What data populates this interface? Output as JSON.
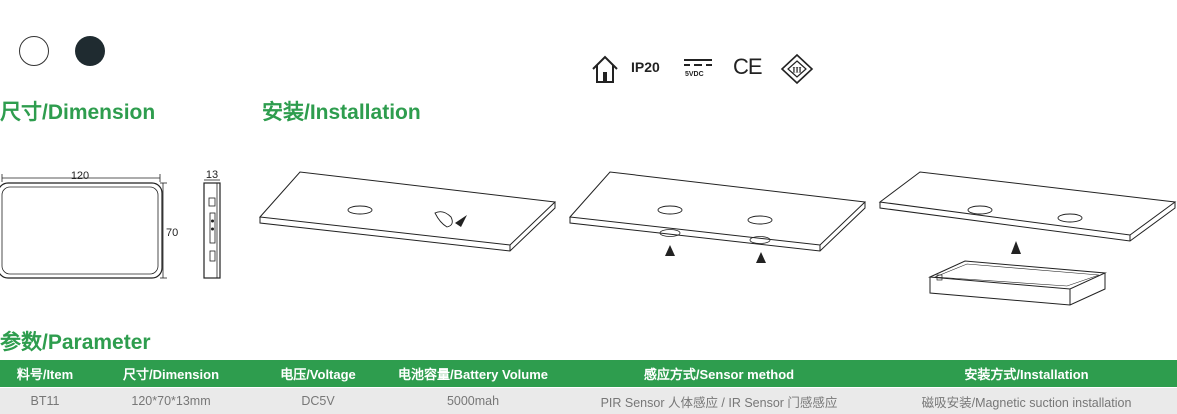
{
  "colors": {
    "accent": "#2e9d4e",
    "swatches": [
      "#ffffff",
      "#1f2b30"
    ]
  },
  "swatches": [
    "white",
    "dark-gray"
  ],
  "certifications": {
    "ip": "IP20",
    "voltage": "5VDC",
    "ce": "CE",
    "class_mark": "III",
    "icons": [
      "indoor-house-icon",
      "dc-symbol-icon",
      "ce-mark-icon",
      "class-iii-icon"
    ]
  },
  "dimension": {
    "heading": "尺寸/Dimension",
    "width": "120",
    "height": "70",
    "depth": "13"
  },
  "installation": {
    "heading": "安装/Installation"
  },
  "parameter": {
    "heading": "参数/Parameter",
    "headers": [
      "料号/Item",
      "尺寸/Dimension",
      "电压/Voltage",
      "电池容量/Battery Volume",
      "感应方式/Sensor method",
      "安装方式/Installation"
    ],
    "rows": [
      [
        "BT11",
        "120*70*13mm",
        "DC5V",
        "5000mah",
        "PIR Sensor 人体感应 / IR Sensor 门感感应",
        "磁吸安装/Magnetic suction installation"
      ]
    ]
  }
}
